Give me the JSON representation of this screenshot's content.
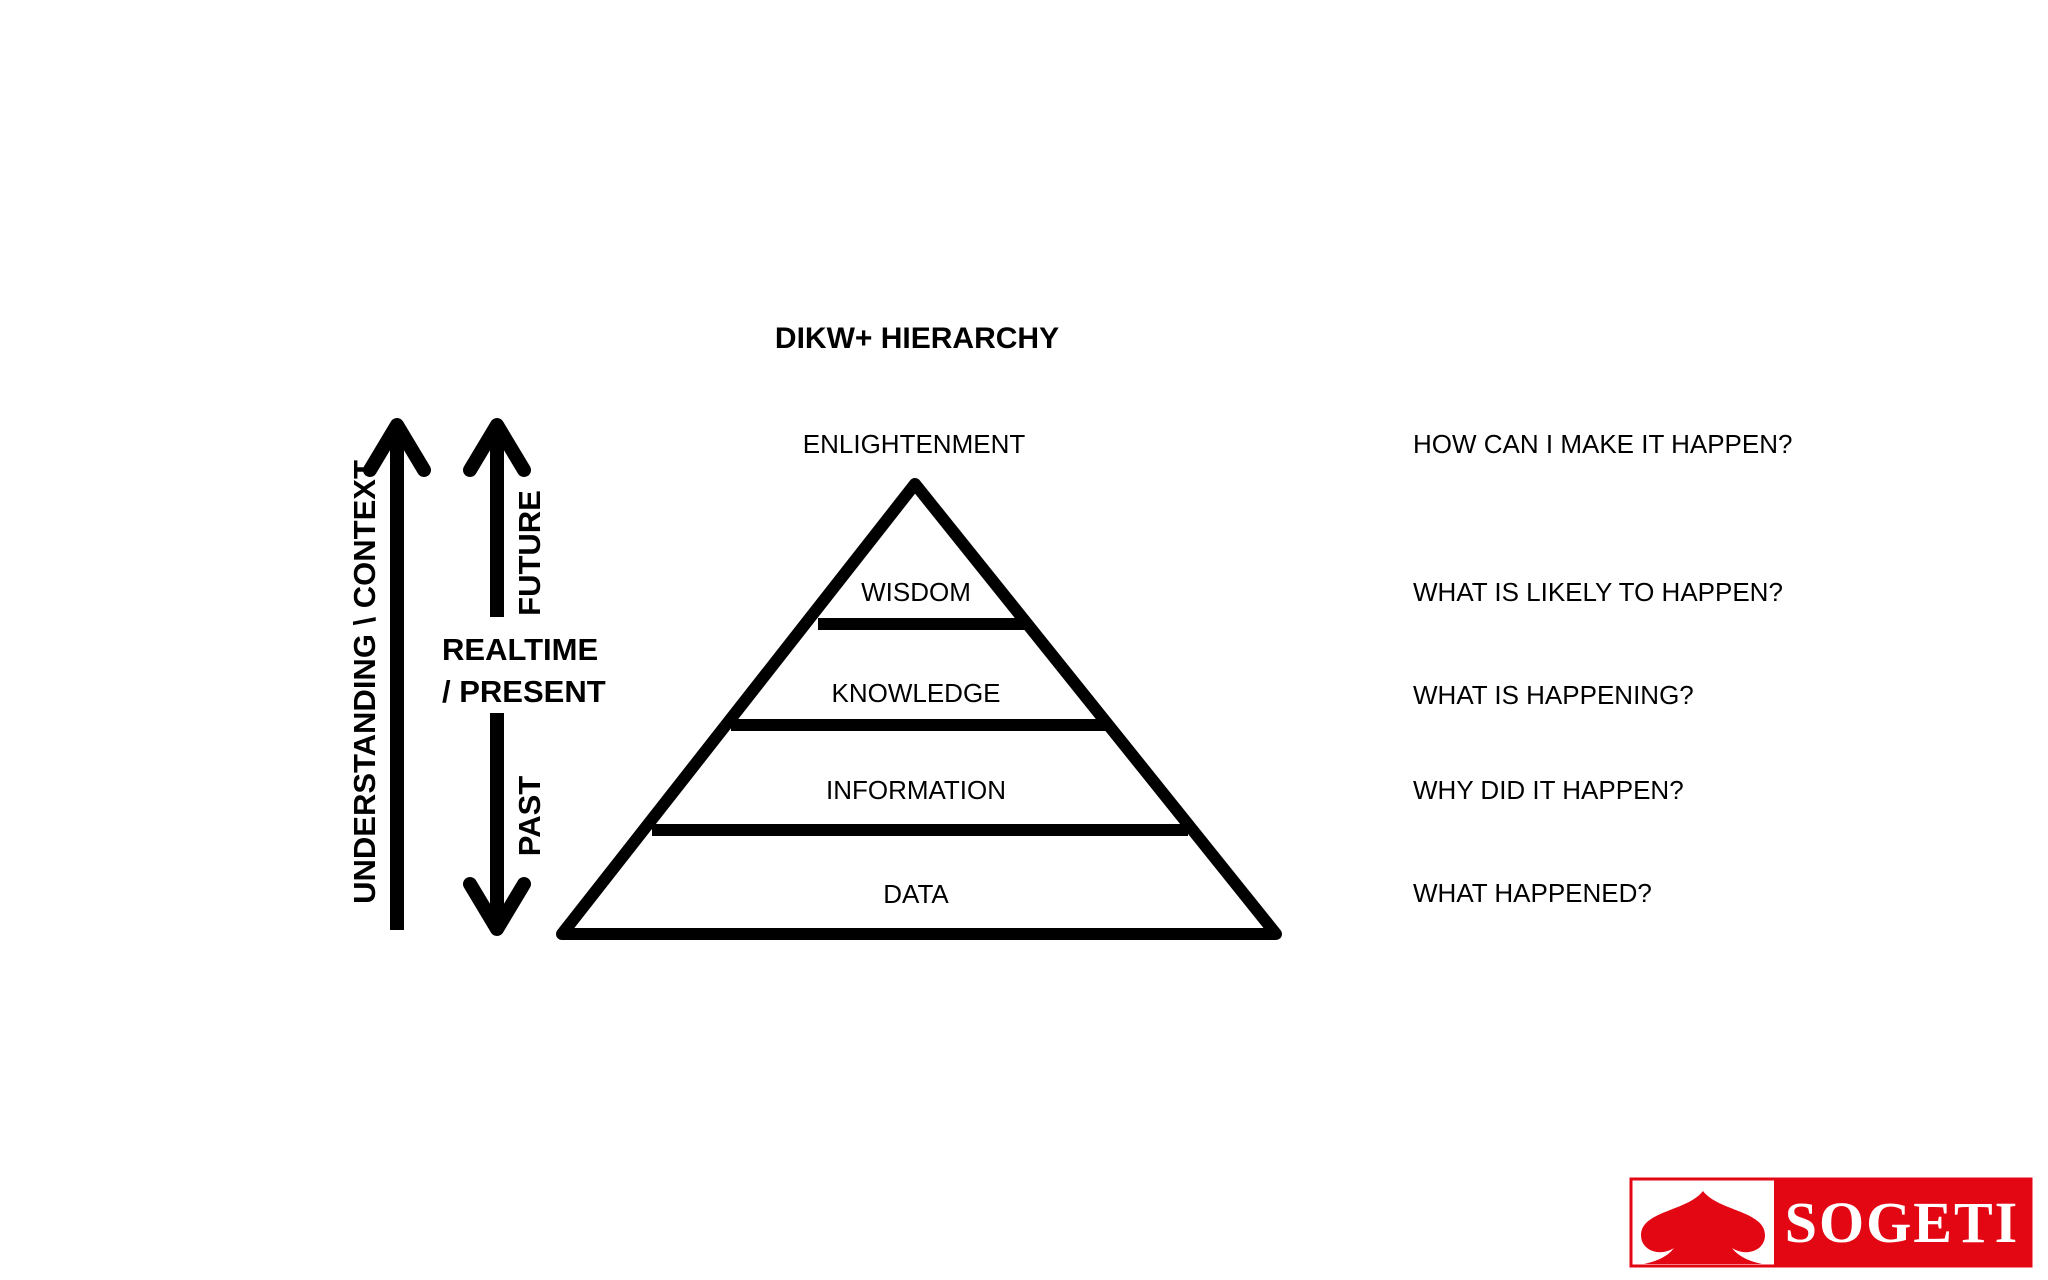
{
  "title": "DIKW+ HIERARCHY",
  "axis_left": "UNDERSTANDING \\ CONTEXT",
  "axis_time": {
    "future": "FUTURE",
    "present_line1": "REALTIME",
    "present_line2": "/ PRESENT",
    "past": "PAST"
  },
  "apex_label": "ENLIGHTENMENT",
  "levels": [
    {
      "label": "WISDOM",
      "question": "WHAT IS LIKELY TO HAPPEN?"
    },
    {
      "label": "KNOWLEDGE",
      "question": "WHAT IS HAPPENING?"
    },
    {
      "label": "INFORMATION",
      "question": "WHY DID IT HAPPEN?"
    },
    {
      "label": "DATA",
      "question": "WHAT HAPPENED?"
    }
  ],
  "apex_question": "HOW CAN I MAKE IT HAPPEN?",
  "logo": {
    "text": "SOGETI",
    "color": "#e30613",
    "icon": "spade-icon"
  }
}
